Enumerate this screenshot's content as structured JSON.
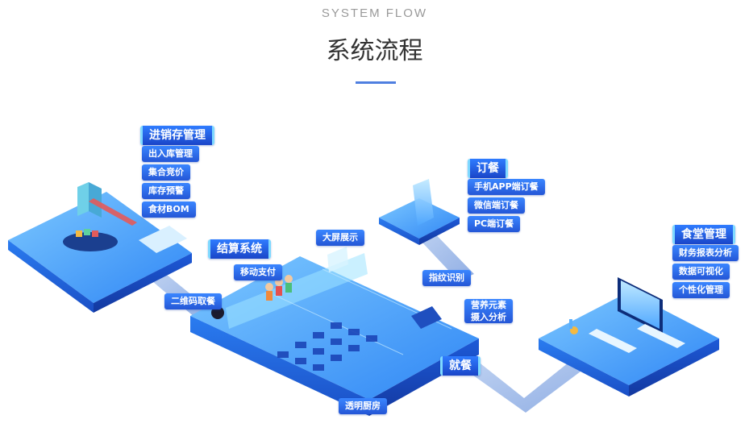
{
  "header": {
    "eyebrow": "SYSTEM FLOW",
    "title": "系统流程"
  },
  "modules": {
    "inventory": {
      "title": "进销存管理",
      "items": [
        "出入库管理",
        "集合竞价",
        "库存预警",
        "食材BOM"
      ]
    },
    "order": {
      "title": "订餐",
      "items": [
        "手机APP端订餐",
        "微信端订餐",
        "PC端订餐"
      ]
    },
    "settlement": {
      "title": "结算系统",
      "items": [
        "移动支付"
      ]
    },
    "canteen": {
      "title": "食堂管理",
      "items": [
        "财务报表分析",
        "数据可视化",
        "个性化管理"
      ]
    }
  },
  "flow_labels": {
    "qr_pickup": "二维码取餐",
    "big_screen": "大屏展示",
    "fingerprint": "指纹识别",
    "nutrition": "营养元素摄入分析",
    "nutrition_line1": "营养元素",
    "nutrition_line2": "摄入分析",
    "dining": "就餐",
    "kitchen": "透明厨房"
  },
  "colors": {
    "accent": "#4f7fe0",
    "tag_top": "#3a86ff",
    "tag_bottom": "#2456d6",
    "platform_top": "#4aa8ff",
    "platform_side": "#1f5fd6",
    "path": "#a9c2ec"
  }
}
